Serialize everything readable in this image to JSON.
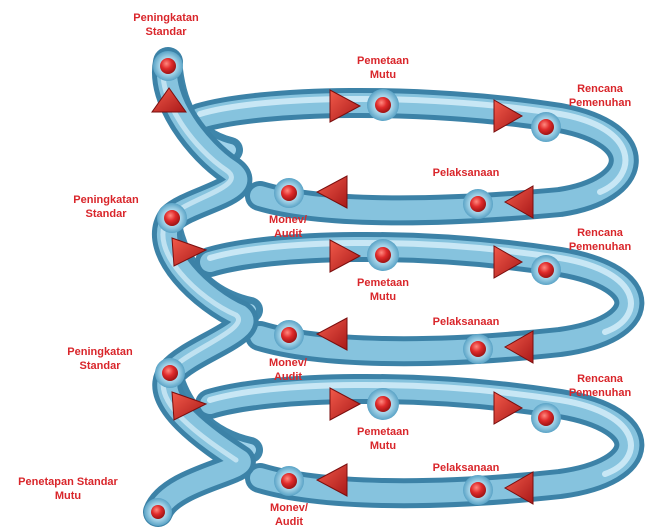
{
  "colors": {
    "tube": "#6fb1cf",
    "tube_dark": "#3f86ab",
    "tube_light": "#c9e8f5",
    "node": "#d42a2a",
    "label": "#d9262b"
  },
  "labels": {
    "top_start_line1": "Peningkatan",
    "top_start_line2": "Standar",
    "l1_pemetaan_line1": "Pemetaan",
    "l1_pemetaan_line2": "Mutu",
    "l1_rencana_line1": "Rencana",
    "l1_rencana_line2": "Pemenuhan",
    "l1_pelaksanaan": "Pelaksanaan",
    "l1_monev_line1": "Monev/",
    "l1_monev_line2": "Audit",
    "l1_peningkatan_line1": "Peningkatan",
    "l1_peningkatan_line2": "Standar",
    "l2_pemetaan_line1": "Pemetaan",
    "l2_pemetaan_line2": "Mutu",
    "l2_rencana_line1": "Rencana",
    "l2_rencana_line2": "Pemenuhan",
    "l2_pelaksanaan": "Pelaksanaan",
    "l2_monev_line1": "Monev/",
    "l2_monev_line2": "Audit",
    "l2_peningkatan_line1": "Peningkatan",
    "l2_peningkatan_line2": "Standar",
    "l3_pemetaan_line1": "Pemetaan",
    "l3_pemetaan_line2": "Mutu",
    "l3_rencana_line1": "Rencana",
    "l3_rencana_line2": "Pemenuhan",
    "l3_pelaksanaan": "Pelaksanaan",
    "l3_monev_line1": "Monev/",
    "l3_monev_line2": "Audit",
    "bottom_penetapan_line1": "Penetapan Standar",
    "bottom_penetapan_line2": "Mutu"
  }
}
